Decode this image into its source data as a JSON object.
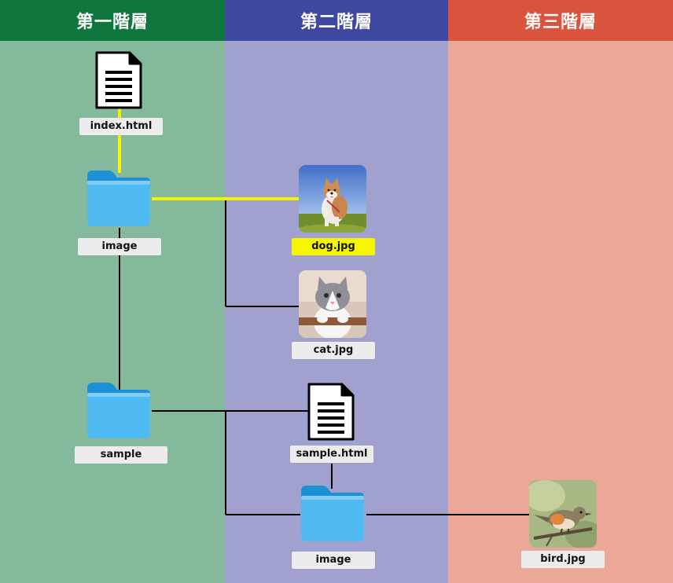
{
  "columns": [
    {
      "label": "第一階層",
      "header_color": "#0f773e",
      "body_color": "#84b99c"
    },
    {
      "label": "第二階層",
      "header_color": "#3f48a0",
      "body_color": "#a1a1d0"
    },
    {
      "label": "第三階層",
      "header_color": "#da533c",
      "body_color": "#eba797"
    }
  ],
  "nodes": {
    "index_html": {
      "label": "index.html",
      "icon": "document-icon"
    },
    "image_folder_1": {
      "label": "image",
      "icon": "folder-icon"
    },
    "dog_jpg": {
      "label": "dog.jpg",
      "icon": "dog-photo",
      "highlighted": true
    },
    "cat_jpg": {
      "label": "cat.jpg",
      "icon": "cat-photo"
    },
    "sample_folder": {
      "label": "sample",
      "icon": "folder-icon"
    },
    "sample_html": {
      "label": "sample.html",
      "icon": "document-icon"
    },
    "image_folder_2": {
      "label": "image",
      "icon": "folder-icon"
    },
    "bird_jpg": {
      "label": "bird.jpg",
      "icon": "bird-photo"
    }
  },
  "colors": {
    "highlight_path": "#f6f500",
    "connector": "#000000",
    "folder": "#4fb9f2"
  }
}
